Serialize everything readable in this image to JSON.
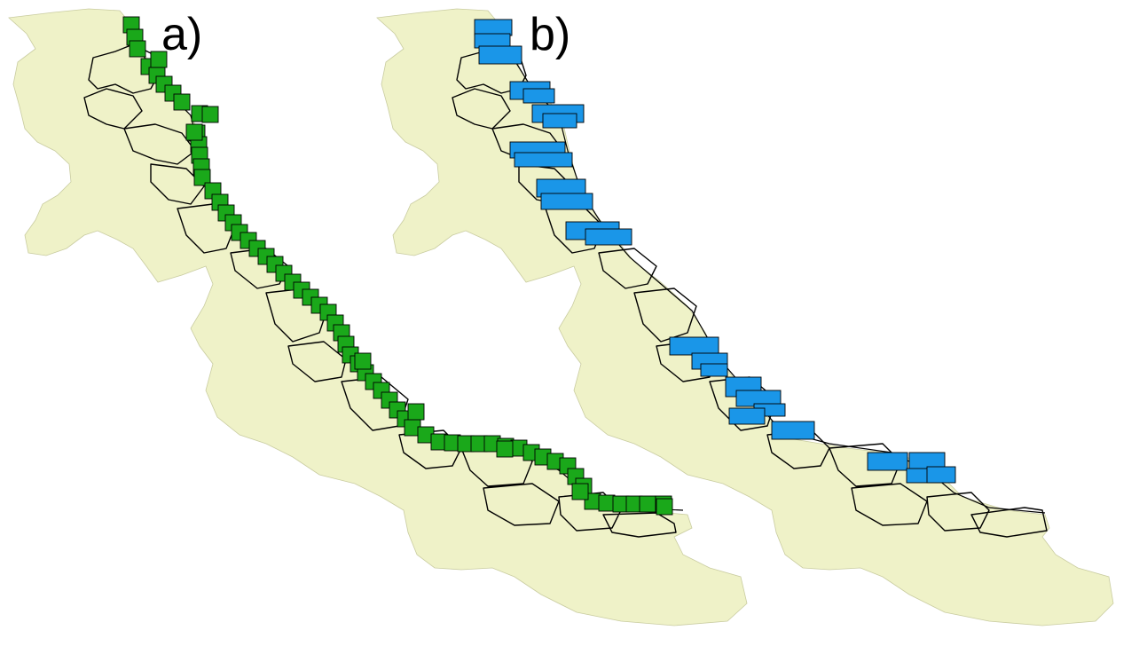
{
  "panels": [
    {
      "label": "a)",
      "cell_color": "#1aa81a",
      "cell_style": "dense contiguous grid squares along corridor"
    },
    {
      "label": "b)",
      "cell_color": "#1a96e8",
      "cell_style": "clustered rectangular patches along corridor"
    }
  ],
  "colors": {
    "land": "#eff2c8",
    "border": "#000000",
    "background": "#ffffff"
  }
}
